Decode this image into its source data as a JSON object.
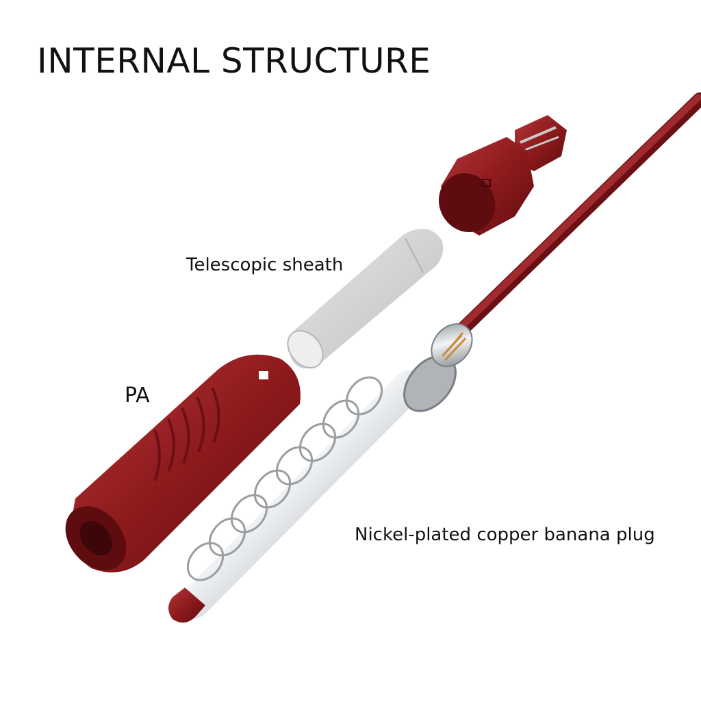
{
  "title": "INTERNAL STRUCTURE",
  "labels": {
    "sheath": "Telescopic sheath",
    "pa": "PA",
    "plug": "Nickel-plated copper banana plug"
  },
  "colors": {
    "red": "#8e1a1c",
    "red_dark": "#6a1014",
    "red_light": "#b4363a",
    "sheath_gray": "#cfcfcf",
    "metal": "#c0c4c8",
    "copper": "#c98a3a"
  }
}
